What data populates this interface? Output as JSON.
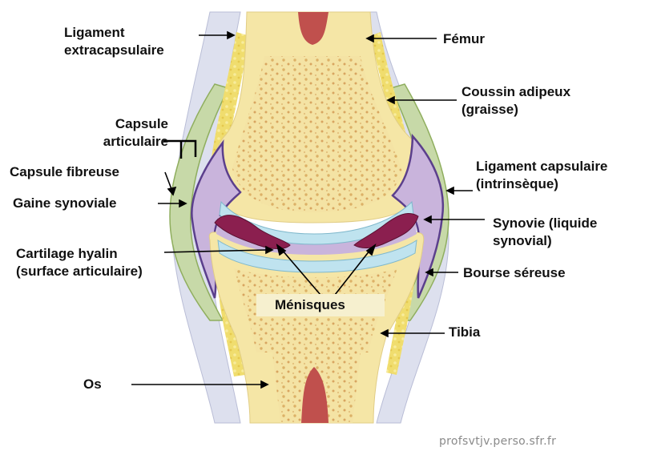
{
  "labels": {
    "ligament_extracapsulaire": "Ligament extracapsulaire",
    "femur": "Fémur",
    "coussin_adipeux": "Coussin adipeux (graisse)",
    "capsule_articulaire": "Capsule articulaire",
    "capsule_fibreuse": "Capsule fibreuse",
    "ligament_capsulaire": "Ligament capsulaire (intrinsèque)",
    "gaine_synoviale": "Gaine synoviale",
    "synovie": "Synovie (liquide synovial)",
    "cartilage_hyalin": "Cartilage hyalin (surface articulaire)",
    "bourse_sereuse": "Bourse séreuse",
    "menisques": "Ménisques",
    "tibia": "Tibia",
    "os": "Os"
  },
  "watermark": "profsvtjv.perso.sfr.fr",
  "colors": {
    "bone": "#f5e6a6",
    "marrow": "#c0504d",
    "cartilage": "#bfe3ef",
    "synovial_membrane": "#c9b4dc",
    "membrane_outline": "#5b3f8c",
    "meniscus": "#8b1f4f",
    "fibrous_capsule": "#c7d9a8",
    "fat_pad": "#f0dd6e",
    "ligament": "#dde0ee"
  }
}
